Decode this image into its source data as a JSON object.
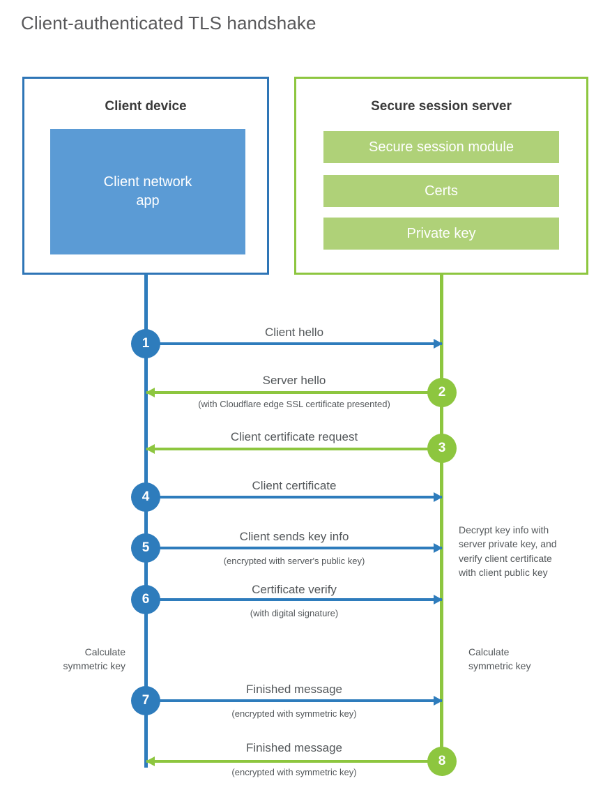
{
  "title": "Client-authenticated TLS handshake",
  "colors": {
    "blue_border": "#2e75b6",
    "blue_accent": "#2e7cbc",
    "blue_fill": "#5b9bd5",
    "green_border": "#8dc63f",
    "green_accent": "#8dc63f",
    "green_fill": "#afd178",
    "text": "#53575a",
    "title_text": "#58585a"
  },
  "actors": {
    "client": {
      "title": "Client device",
      "app_label": "Client network\napp"
    },
    "server": {
      "title": "Secure session server",
      "modules": [
        "Secure session module",
        "Certs",
        "Private key"
      ]
    }
  },
  "steps": [
    {
      "number": "1",
      "label": "Client hello",
      "sub": "",
      "direction": "client-to-server",
      "color": "blue"
    },
    {
      "number": "2",
      "label": "Server hello",
      "sub": "(with Cloudflare edge SSL certificate presented)",
      "direction": "server-to-client",
      "color": "green"
    },
    {
      "number": "3",
      "label": "Client certificate request",
      "sub": "",
      "direction": "server-to-client",
      "color": "green"
    },
    {
      "number": "4",
      "label": "Client certificate",
      "sub": "",
      "direction": "client-to-server",
      "color": "blue"
    },
    {
      "number": "5",
      "label": "Client sends key info",
      "sub": "(encrypted with server's public key)",
      "direction": "client-to-server",
      "color": "blue"
    },
    {
      "number": "6",
      "label": "Certificate verify",
      "sub": "(with digital signature)",
      "direction": "client-to-server",
      "color": "blue"
    },
    {
      "number": "7",
      "label": "Finished message",
      "sub": "(encrypted with symmetric key)",
      "direction": "client-to-server",
      "color": "blue"
    },
    {
      "number": "8",
      "label": "Finished message",
      "sub": "(encrypted with symmetric key)",
      "direction": "server-to-client",
      "color": "green"
    }
  ],
  "notes": {
    "server_decrypt": "Decrypt key info with\nserver private key, and\nverify client certificate\nwith client public key",
    "client_calculate": "Calculate\nsymmetric key",
    "server_calculate": "Calculate\nsymmetric key"
  }
}
